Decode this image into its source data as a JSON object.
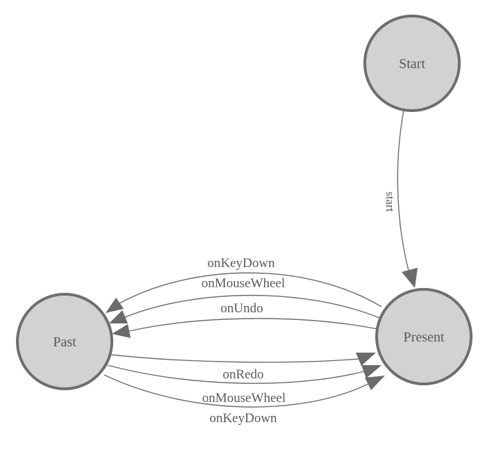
{
  "diagram": {
    "type": "state-machine",
    "colors": {
      "background": "#ffffff",
      "node_fill": "#d2d2d2",
      "node_stroke": "#6e6e6e",
      "edge": "#6b6b6b",
      "text": "#5a5a5a"
    },
    "nodes": [
      {
        "id": "start",
        "label": "Start"
      },
      {
        "id": "present",
        "label": "Present"
      },
      {
        "id": "past",
        "label": "Past"
      }
    ],
    "edges": [
      {
        "id": "start-to-present",
        "from": "Start",
        "to": "Present",
        "label": "start"
      },
      {
        "id": "present-to-past-onkeydown",
        "from": "Present",
        "to": "Past",
        "label": "onKeyDown"
      },
      {
        "id": "present-to-past-onmousewheel",
        "from": "Present",
        "to": "Past",
        "label": "onMouseWheel"
      },
      {
        "id": "present-to-past-onundo",
        "from": "Present",
        "to": "Past",
        "label": "onUndo"
      },
      {
        "id": "past-to-present-onredo",
        "from": "Past",
        "to": "Present",
        "label": "onRedo"
      },
      {
        "id": "past-to-present-onmousewheel",
        "from": "Past",
        "to": "Present",
        "label": "onMouseWheel"
      },
      {
        "id": "past-to-present-onkeydown",
        "from": "Past",
        "to": "Present",
        "label": "onKeyDown"
      }
    ]
  }
}
